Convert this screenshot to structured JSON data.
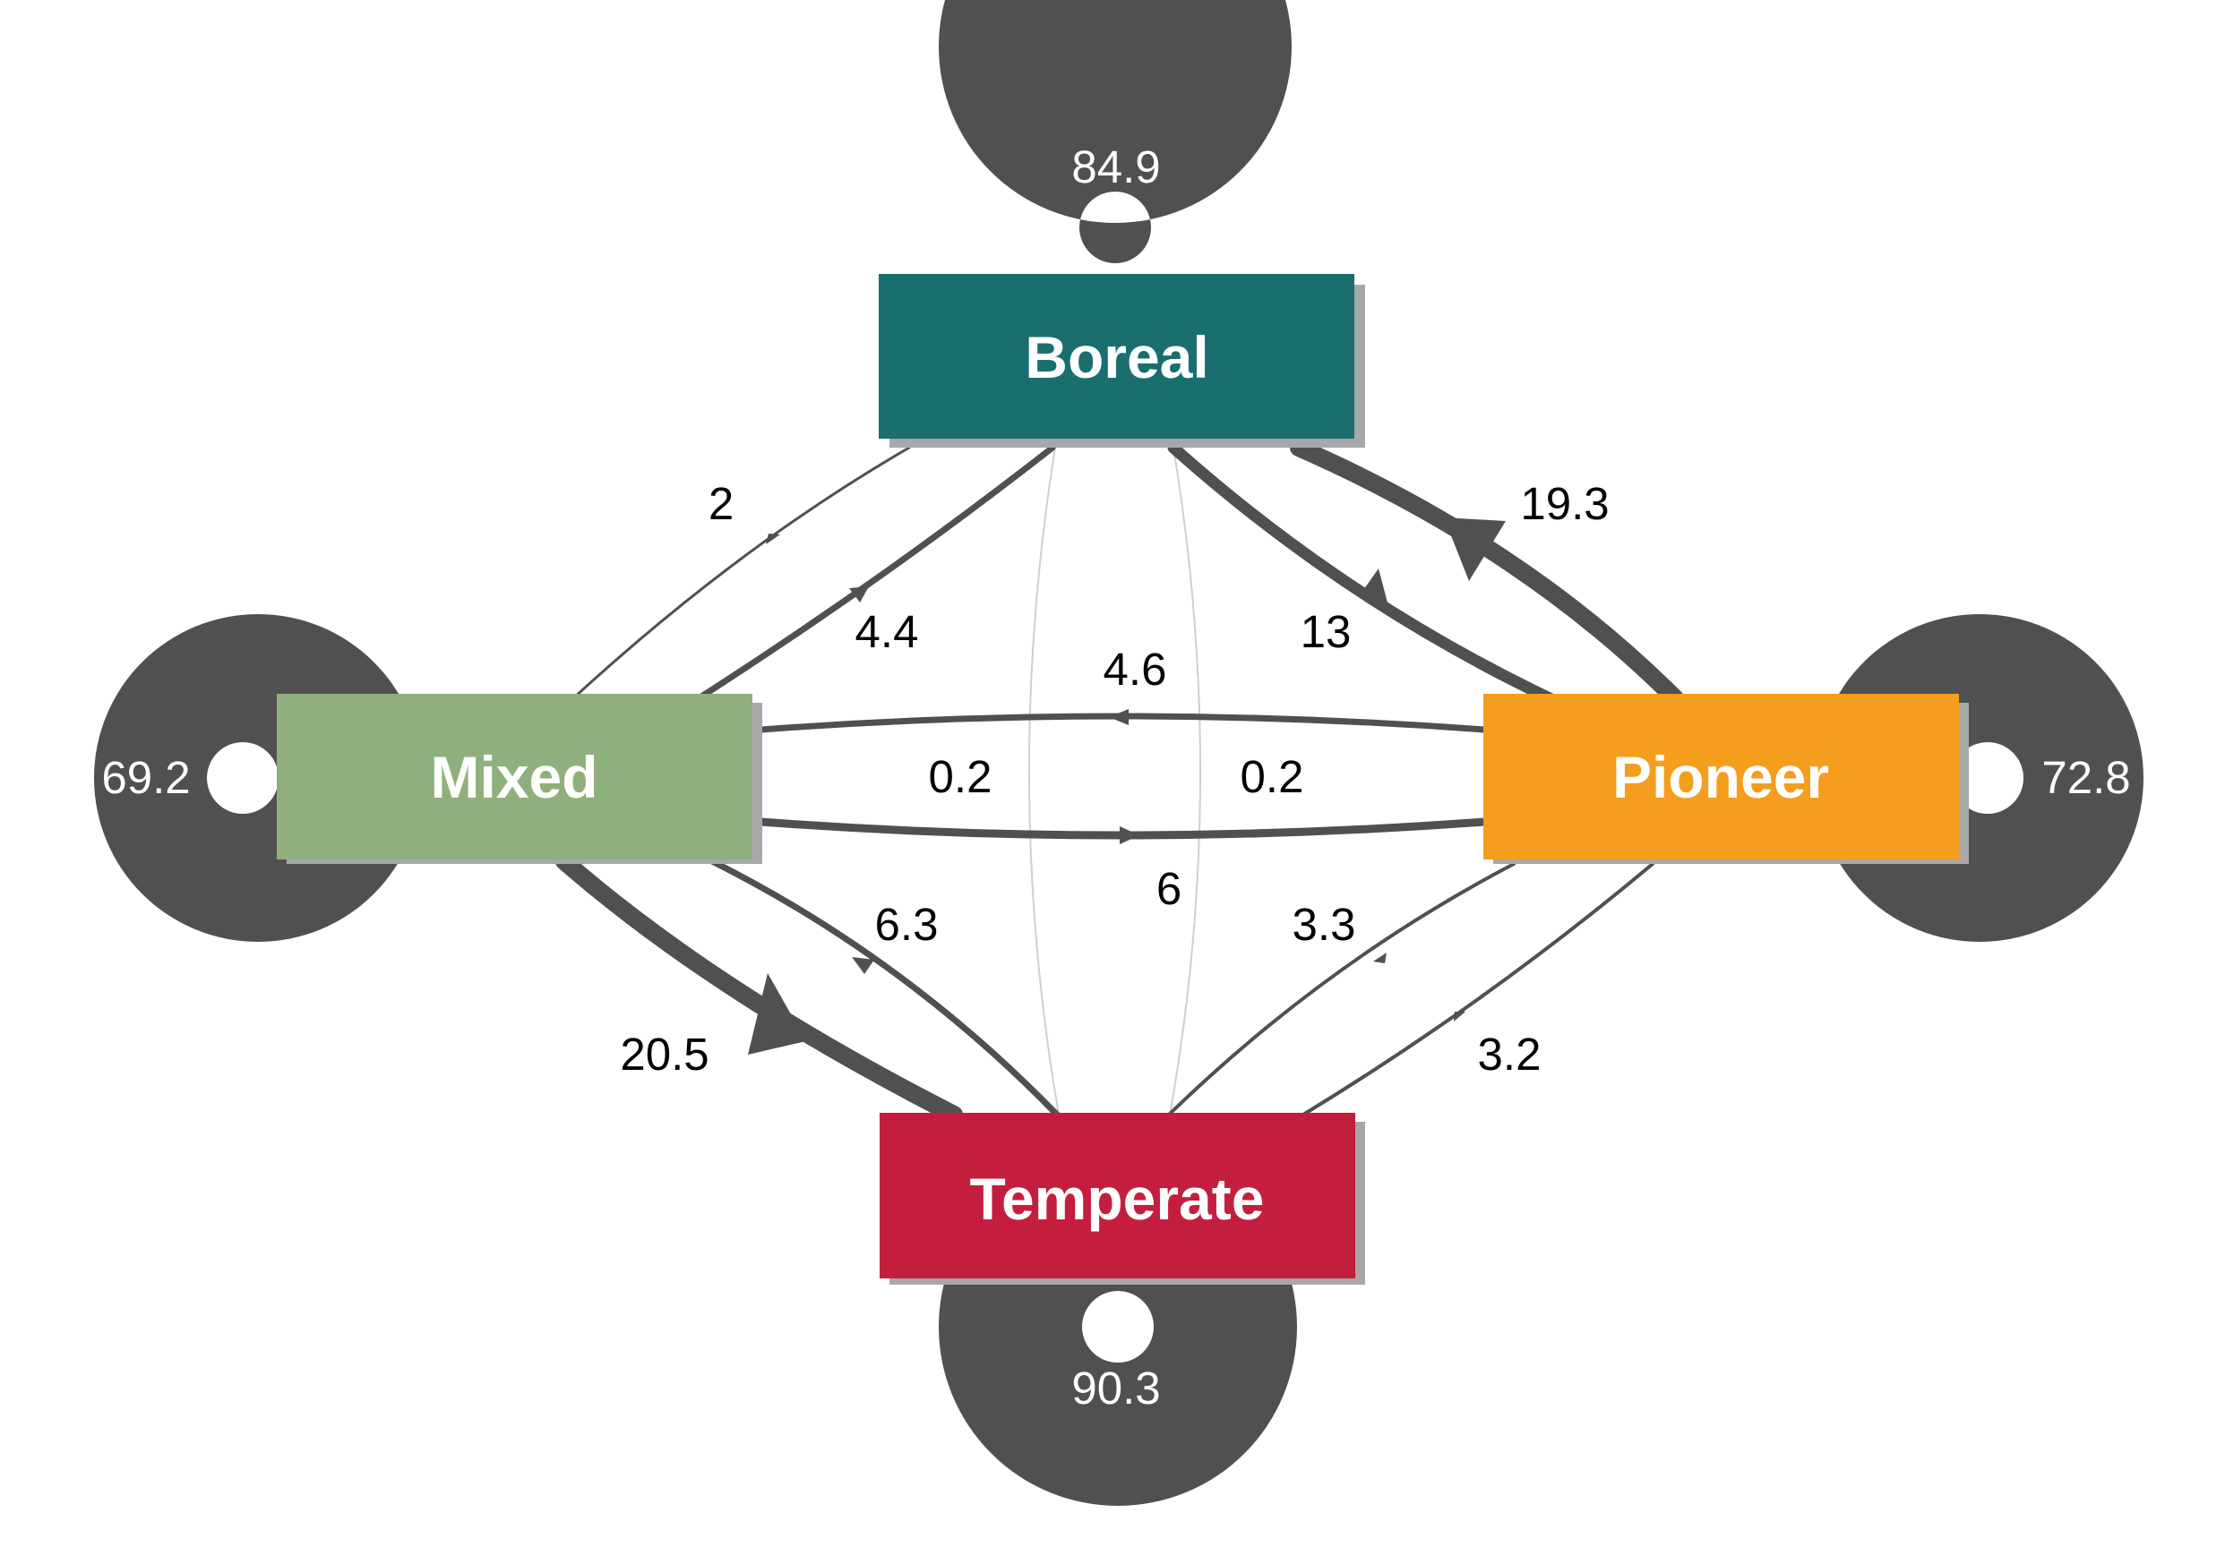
{
  "colors": {
    "edge": "#505050",
    "faint_edge": "#cfcfcf",
    "shadow": "#a8a8a8",
    "Boreal": "#1a6e6e",
    "Mixed": "#8fb07d",
    "Pioneer": "#f59d1c",
    "Temperate": "#c41e3e"
  },
  "nodes": [
    {
      "id": "Boreal",
      "label": "Boreal"
    },
    {
      "id": "Mixed",
      "label": "Mixed"
    },
    {
      "id": "Pioneer",
      "label": "Pioneer"
    },
    {
      "id": "Temperate",
      "label": "Temperate"
    }
  ],
  "self_loops": [
    {
      "node": "Boreal",
      "value": "84.9"
    },
    {
      "node": "Mixed",
      "value": "69.2"
    },
    {
      "node": "Pioneer",
      "value": "72.8"
    },
    {
      "node": "Temperate",
      "value": "90.3"
    }
  ],
  "edges": [
    {
      "from": "Mixed",
      "to": "Boreal",
      "value": "2"
    },
    {
      "from": "Boreal",
      "to": "Mixed",
      "value": "4.4"
    },
    {
      "from": "Boreal",
      "to": "Pioneer",
      "value": "13"
    },
    {
      "from": "Pioneer",
      "to": "Boreal",
      "value": "19.3"
    },
    {
      "from": "Pioneer",
      "to": "Mixed",
      "value": "4.6"
    },
    {
      "from": "Mixed",
      "to": "Pioneer",
      "value": "6"
    },
    {
      "from": "Mixed",
      "to": "Temperate",
      "value": "20.5"
    },
    {
      "from": "Temperate",
      "to": "Mixed",
      "value": "6.3"
    },
    {
      "from": "Pioneer",
      "to": "Temperate",
      "value": "3.3"
    },
    {
      "from": "Temperate",
      "to": "Pioneer",
      "value": "3.2"
    },
    {
      "from": "Boreal",
      "to": "Temperate",
      "value": "0.2"
    },
    {
      "from": "Temperate",
      "to": "Boreal",
      "value": "0.2"
    }
  ]
}
